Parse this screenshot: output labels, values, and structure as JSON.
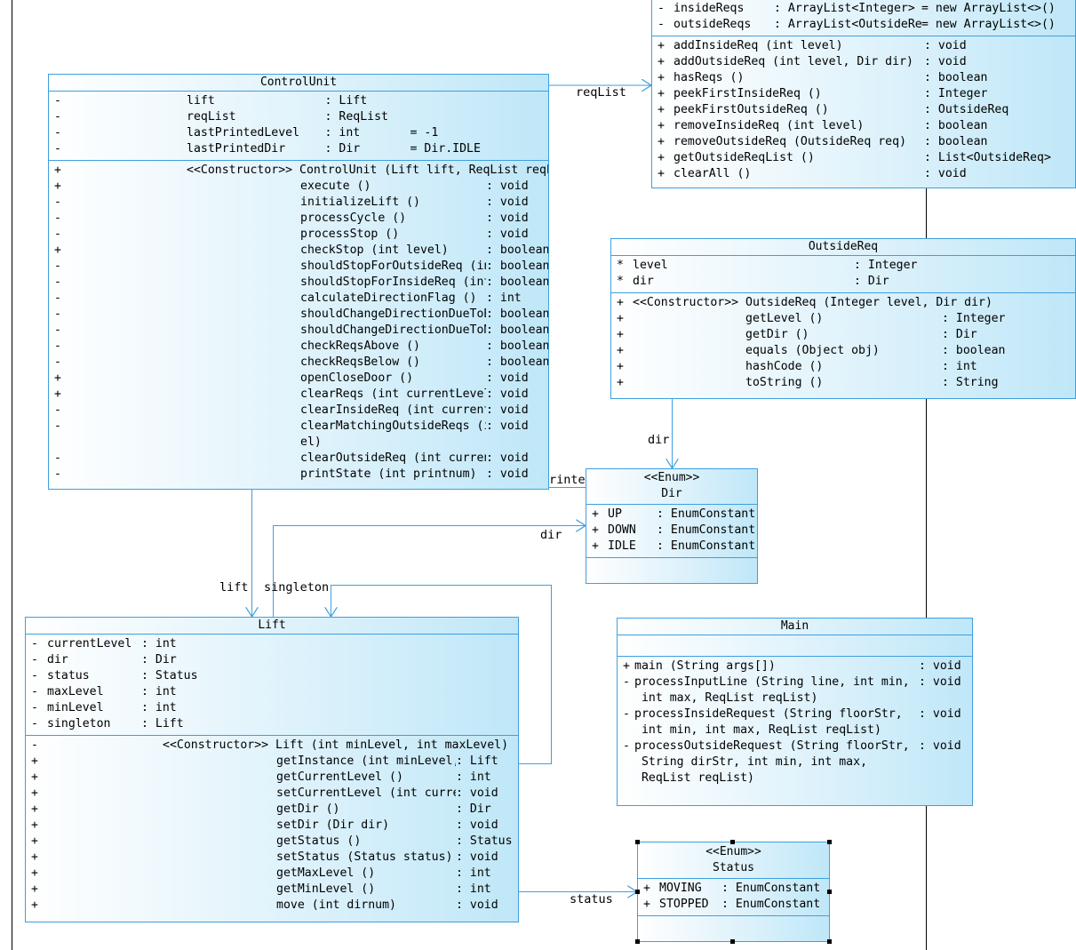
{
  "colors": {
    "border": "#3f9fde",
    "fill_start": "#ffffff",
    "fill_end": "#bfe7f8",
    "edge": "#3f9fde",
    "lifeline": "#000000"
  },
  "reqlist": {
    "attributes": [
      {
        "vis": "-",
        "name": "insideReqs  ",
        "type": ": ArrayList<Integer>      ",
        "init": "= new ArrayList<>()"
      },
      {
        "vis": "-",
        "name": "outsideReqs ",
        "type": ": ArrayList<OutsideReq> ",
        "init": "= new ArrayList<>()"
      }
    ],
    "methods": [
      {
        "vis": "+",
        "sig": "addInsideReq (int level)",
        "type": ": void"
      },
      {
        "vis": "+",
        "sig": "addOutsideReq (int level, Dir dir)",
        "type": ": void"
      },
      {
        "vis": "+",
        "sig": "hasReqs ()",
        "type": ": boolean"
      },
      {
        "vis": "+",
        "sig": "peekFirstInsideReq ()",
        "type": ": Integer"
      },
      {
        "vis": "+",
        "sig": "peekFirstOutsideReq ()",
        "type": ": OutsideReq"
      },
      {
        "vis": "+",
        "sig": "removeInsideReq (int level)",
        "type": ": boolean"
      },
      {
        "vis": "+",
        "sig": "removeOutsideReq (OutsideReq req)",
        "type": ": boolean"
      },
      {
        "vis": "+",
        "sig": "getOutsideReqList ()",
        "type": ": List<OutsideReq>"
      },
      {
        "vis": "+",
        "sig": "clearAll ()",
        "type": ": void"
      }
    ]
  },
  "controlunit": {
    "title": "ControlUnit",
    "attributes": [
      {
        "vis": "-",
        "name": "lift",
        "type": ": Lift",
        "init": ""
      },
      {
        "vis": "-",
        "name": "reqList",
        "type": ": ReqList",
        "init": ""
      },
      {
        "vis": "-",
        "name": "lastPrintedLevel",
        "type": ": int",
        "init": "= -1"
      },
      {
        "vis": "-",
        "name": "lastPrintedDir",
        "type": ": Dir",
        "init": "= Dir.IDLE"
      }
    ],
    "constructor": {
      "vis": "+",
      "text": "<<Constructor>> ControlUnit (Lift lift, ReqList reqList)"
    },
    "methods": [
      {
        "vis": "+",
        "sig": "execute ()",
        "type": ": void"
      },
      {
        "vis": "-",
        "sig": "initializeLift ()",
        "type": ": void"
      },
      {
        "vis": "-",
        "sig": "processCycle ()",
        "type": ": void"
      },
      {
        "vis": "-",
        "sig": "processStop ()",
        "type": ": void"
      },
      {
        "vis": "+",
        "sig": "checkStop (int level)",
        "type": ": boolean"
      },
      {
        "vis": "-",
        "sig": "shouldStopForOutsideReq (int level)",
        "type": ": boolean"
      },
      {
        "vis": "-",
        "sig": "shouldStopForInsideReq (int level)",
        "type": ": boolean"
      },
      {
        "vis": "-",
        "sig": "calculateDirectionFlag ()",
        "type": ": int"
      },
      {
        "vis": "-",
        "sig": "shouldChangeDirectionDueToBoundary ()",
        "type": ": boolean"
      },
      {
        "vis": "-",
        "sig": "shouldChangeDirectionDueToNoRequests ()",
        "type": ": boolean"
      },
      {
        "vis": "-",
        "sig": "checkReqsAbove ()",
        "type": ": boolean"
      },
      {
        "vis": "-",
        "sig": "checkReqsBelow ()",
        "type": ": boolean"
      },
      {
        "vis": "+",
        "sig": "openCloseDoor ()",
        "type": ": void"
      },
      {
        "vis": "+",
        "sig": "clearReqs (int currentLevel)",
        "type": ": void"
      },
      {
        "vis": "-",
        "sig": "clearInsideReq (int currentLevel)",
        "type": ": void"
      },
      {
        "vis": "-",
        "sig": "clearMatchingOutsideReqs (int currentLev\nel)",
        "type": ": void"
      },
      {
        "vis": "-",
        "sig": "clearOutsideReq (int currentLevel)",
        "type": ": void"
      },
      {
        "vis": "-",
        "sig": "printState (int printnum)",
        "type": ": void"
      }
    ]
  },
  "outsidereq": {
    "title": "OutsideReq",
    "attributes": [
      {
        "vis": "*",
        "name": "level",
        "type": ": Integer"
      },
      {
        "vis": "*",
        "name": "dir",
        "type": ": Dir"
      }
    ],
    "constructor": {
      "vis": "+",
      "text": "<<Constructor>> OutsideReq (Integer level, Dir dir)"
    },
    "methods": [
      {
        "vis": "+",
        "sig": "getLevel ()",
        "type": ": Integer"
      },
      {
        "vis": "+",
        "sig": "getDir ()",
        "type": ": Dir"
      },
      {
        "vis": "+",
        "sig": "equals (Object obj)",
        "type": ": boolean"
      },
      {
        "vis": "+",
        "sig": "hashCode ()",
        "type": ": int"
      },
      {
        "vis": "+",
        "sig": "toString ()",
        "type": ": String"
      }
    ]
  },
  "dir_enum": {
    "stereotype": "<<Enum>>",
    "title": "Dir",
    "attributes": [
      {
        "vis": "+",
        "name": "UP",
        "type": ": EnumConstant"
      },
      {
        "vis": "+",
        "name": "DOWN",
        "type": ": EnumConstant"
      },
      {
        "vis": "+",
        "name": "IDLE",
        "type": ": EnumConstant"
      }
    ]
  },
  "lift": {
    "title": "Lift",
    "attributes": [
      {
        "vis": "-",
        "name": "currentLevel",
        "type": ": int"
      },
      {
        "vis": "-",
        "name": "dir",
        "type": ": Dir"
      },
      {
        "vis": "-",
        "name": "status",
        "type": ": Status"
      },
      {
        "vis": "-",
        "name": "maxLevel",
        "type": ": int"
      },
      {
        "vis": "-",
        "name": "minLevel",
        "type": ": int"
      },
      {
        "vis": "-",
        "name": "singleton",
        "type": ": Lift"
      }
    ],
    "constructor": {
      "vis": "-",
      "text": "<<Constructor>> Lift (int minLevel, int maxLevel)"
    },
    "methods": [
      {
        "vis": "+",
        "sig": "getInstance (int minLevel, int maxLevel)",
        "type": ": Lift"
      },
      {
        "vis": "+",
        "sig": "getCurrentLevel ()",
        "type": ": int"
      },
      {
        "vis": "+",
        "sig": "setCurrentLevel (int currentLevel)",
        "type": ": void"
      },
      {
        "vis": "+",
        "sig": "getDir ()",
        "type": ": Dir"
      },
      {
        "vis": "+",
        "sig": "setDir (Dir dir)",
        "type": ": void"
      },
      {
        "vis": "+",
        "sig": "getStatus ()",
        "type": ": Status"
      },
      {
        "vis": "+",
        "sig": "setStatus (Status status)",
        "type": ": void"
      },
      {
        "vis": "+",
        "sig": "getMaxLevel ()",
        "type": ": int"
      },
      {
        "vis": "+",
        "sig": "getMinLevel ()",
        "type": ": int"
      },
      {
        "vis": "+",
        "sig": "move (int dirnum)",
        "type": ": void"
      }
    ]
  },
  "main": {
    "title": "Main",
    "methods": [
      {
        "vis": "+",
        "sig": "main (String args[])",
        "type": ": void"
      },
      {
        "vis": "-",
        "sig": "processInputLine (String line, int min,\n int max, ReqList reqList)",
        "type": ": void"
      },
      {
        "vis": "-",
        "sig": "processInsideRequest (String floorStr,\n int min, int max, ReqList reqList)",
        "type": ": void"
      },
      {
        "vis": "-",
        "sig": "processOutsideRequest (String floorStr,\n String dirStr, int min, int max,\n ReqList reqList)",
        "type": ": void"
      }
    ]
  },
  "status_enum": {
    "stereotype": "<<Enum>>",
    "title": "Status",
    "attributes": [
      {
        "vis": "+",
        "name": "MOVING",
        "type": ": EnumConstant"
      },
      {
        "vis": "+",
        "name": "STOPPED",
        "type": ": EnumConstant"
      }
    ]
  },
  "edge_labels": {
    "reqlist": "reqList",
    "dir_outsidereq": "dir",
    "printe": "rinte",
    "dir_lift": "dir",
    "lift": "lift",
    "singleton": "singleton",
    "status": "status"
  }
}
